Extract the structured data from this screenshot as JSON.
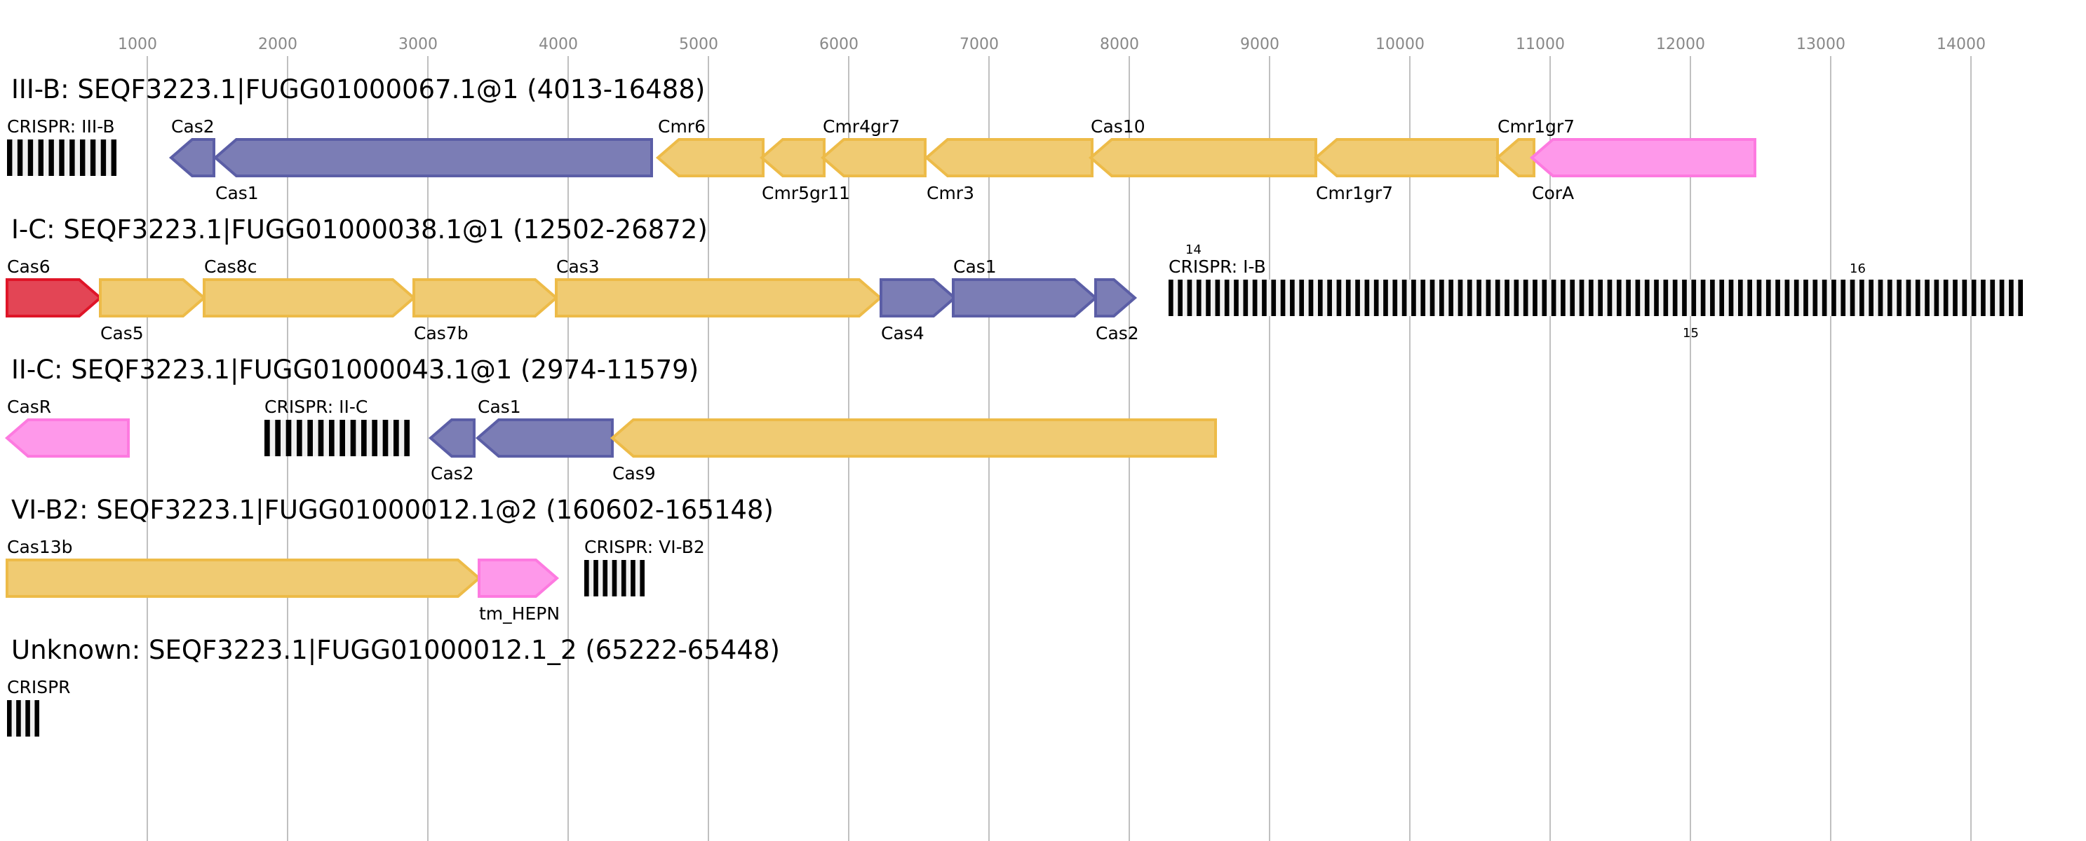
{
  "chart_data": {
    "type": "gene-map",
    "axis": {
      "unit": "bp",
      "range": [
        0,
        14700
      ],
      "ticks": [
        1000,
        2000,
        3000,
        4000,
        5000,
        6000,
        7000,
        8000,
        9000,
        10000,
        11000,
        12000,
        13000,
        14000
      ],
      "tick_labels": [
        "1000",
        "2000",
        "3000",
        "4000",
        "5000",
        "6000",
        "7000",
        "8000",
        "9000",
        "10000",
        "11000",
        "12000",
        "13000",
        "14000"
      ],
      "grid": true
    },
    "colors": {
      "gold_fill": "#f0cb72",
      "gold_stroke": "#edbb48",
      "blue_fill": "#7b7db5",
      "blue_stroke": "#5b5ea6",
      "red_fill": "#e34555",
      "red_stroke": "#df1528",
      "pink_fill": "#fe98ea",
      "pink_stroke": "#fd7ae0",
      "crispr_bar": "#000000",
      "crispr_bg": "#f0f0f0",
      "grid": "#c0c0c0",
      "tick_text": "#888888"
    },
    "rows": [
      {
        "title": "III-B: SEQF3223.1|FUGG01000067.1@1 (4013-16488)",
        "features": [
          {
            "kind": "crispr",
            "label": "CRISPR: III-B",
            "start": 0,
            "end": 780,
            "repeats": 11,
            "label_pos": "top"
          },
          {
            "kind": "gene",
            "label": "Cas2",
            "start": 1170,
            "end": 1475,
            "strand": "-",
            "color": "blue",
            "label_pos": "top"
          },
          {
            "kind": "gene",
            "label": "Cas1",
            "start": 1485,
            "end": 4595,
            "strand": "-",
            "color": "blue",
            "label_pos": "bottom"
          },
          {
            "kind": "gene",
            "label": "Cmr6",
            "start": 4640,
            "end": 5390,
            "strand": "-",
            "color": "gold",
            "label_pos": "top"
          },
          {
            "kind": "gene",
            "label": "Cmr5gr11",
            "start": 5380,
            "end": 5825,
            "strand": "-",
            "color": "gold",
            "label_pos": "bottom"
          },
          {
            "kind": "gene",
            "label": "Cmr4gr7",
            "start": 5815,
            "end": 6545,
            "strand": "-",
            "color": "gold",
            "label_pos": "top"
          },
          {
            "kind": "gene",
            "label": "Cmr3",
            "start": 6555,
            "end": 7735,
            "strand": "-",
            "color": "gold",
            "label_pos": "bottom"
          },
          {
            "kind": "gene",
            "label": "Cas10",
            "start": 7725,
            "end": 9330,
            "strand": "-",
            "color": "gold",
            "label_pos": "top"
          },
          {
            "kind": "gene",
            "label": "Cmr1gr7",
            "start": 9330,
            "end": 10625,
            "strand": "-",
            "color": "gold",
            "label_pos": "bottom"
          },
          {
            "kind": "gene",
            "label": "Cmr1gr7",
            "start": 10625,
            "end": 10885,
            "strand": "-",
            "color": "gold",
            "label_pos": "top"
          },
          {
            "kind": "gene",
            "label": "CorA",
            "start": 10870,
            "end": 12460,
            "strand": "-",
            "color": "pink",
            "label_pos": "bottom"
          }
        ]
      },
      {
        "title": "I-C: SEQF3223.1|FUGG01000038.1@1 (12502-26872)",
        "features": [
          {
            "kind": "gene",
            "label": "Cas6",
            "start": 0,
            "end": 665,
            "strand": "+",
            "color": "red",
            "label_pos": "top"
          },
          {
            "kind": "gene",
            "label": "Cas5",
            "start": 665,
            "end": 1405,
            "strand": "+",
            "color": "gold",
            "label_pos": "bottom"
          },
          {
            "kind": "gene",
            "label": "Cas8c",
            "start": 1405,
            "end": 2900,
            "strand": "+",
            "color": "gold",
            "label_pos": "top"
          },
          {
            "kind": "gene",
            "label": "Cas7b",
            "start": 2900,
            "end": 3915,
            "strand": "+",
            "color": "gold",
            "label_pos": "bottom"
          },
          {
            "kind": "gene",
            "label": "Cas3",
            "start": 3915,
            "end": 6225,
            "strand": "+",
            "color": "gold",
            "label_pos": "top"
          },
          {
            "kind": "gene",
            "label": "Cas4",
            "start": 6230,
            "end": 6755,
            "strand": "+",
            "color": "blue",
            "label_pos": "bottom"
          },
          {
            "kind": "gene",
            "label": "Cas1",
            "start": 6745,
            "end": 7760,
            "strand": "+",
            "color": "blue",
            "label_pos": "top"
          },
          {
            "kind": "gene",
            "label": "Cas2",
            "start": 7760,
            "end": 8040,
            "strand": "+",
            "color": "blue",
            "label_pos": "bottom"
          },
          {
            "kind": "crispr",
            "label": "CRISPR: I-B",
            "start": 8280,
            "end": 14370,
            "repeats": 92,
            "label_pos": "top",
            "markers": [
              {
                "text": "14",
                "at": 8400,
                "pos": "top"
              },
              {
                "text": "15",
                "at": 11945,
                "pos": "bottom"
              },
              {
                "text": "16",
                "at": 13135,
                "pos": "top"
              }
            ]
          }
        ]
      },
      {
        "title": "II-C: SEQF3223.1|FUGG01000043.1@1 (2974-11579)",
        "features": [
          {
            "kind": "gene",
            "label": "CasR",
            "start": 0,
            "end": 865,
            "strand": "-",
            "color": "pink",
            "label_pos": "top"
          },
          {
            "kind": "crispr",
            "label": "CRISPR: II-C",
            "start": 1835,
            "end": 2870,
            "repeats": 14,
            "label_pos": "top"
          },
          {
            "kind": "gene",
            "label": "Cas2",
            "start": 3020,
            "end": 3330,
            "strand": "-",
            "color": "blue",
            "label_pos": "bottom"
          },
          {
            "kind": "gene",
            "label": "Cas1",
            "start": 3355,
            "end": 4315,
            "strand": "-",
            "color": "blue",
            "label_pos": "top"
          },
          {
            "kind": "gene",
            "label": "Cas9",
            "start": 4315,
            "end": 8615,
            "strand": "-",
            "color": "gold",
            "label_pos": "bottom"
          }
        ]
      },
      {
        "title": "VI-B2: SEQF3223.1|FUGG01000012.1@2 (160602-165148)",
        "features": [
          {
            "kind": "gene",
            "label": "Cas13b",
            "start": 0,
            "end": 3365,
            "strand": "+",
            "color": "gold",
            "label_pos": "top"
          },
          {
            "kind": "gene",
            "label": "tm_HEPN",
            "start": 3365,
            "end": 3920,
            "strand": "+",
            "color": "pink",
            "label_pos": "bottom"
          },
          {
            "kind": "crispr",
            "label": "CRISPR: VI-B2",
            "start": 4115,
            "end": 4545,
            "repeats": 7,
            "label_pos": "top"
          }
        ]
      },
      {
        "title": "Unknown: SEQF3223.1|FUGG01000012.1_2 (65222-65448)",
        "features": [
          {
            "kind": "crispr",
            "label": "CRISPR",
            "start": 0,
            "end": 230,
            "repeats": 4,
            "label_pos": "top"
          }
        ]
      }
    ]
  }
}
